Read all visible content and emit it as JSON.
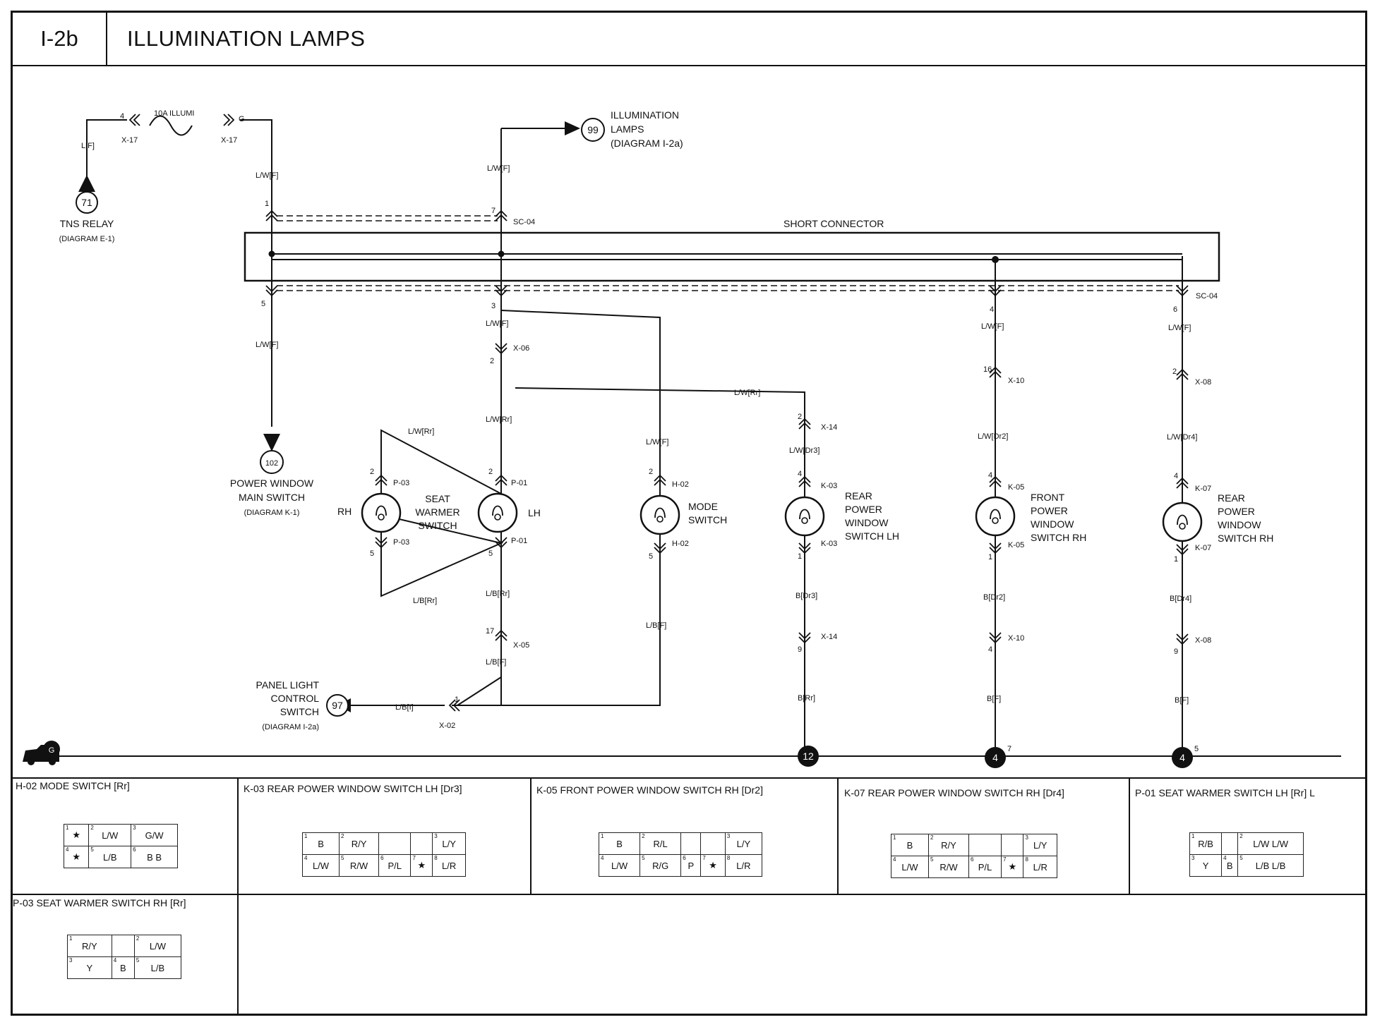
{
  "header": {
    "code": "I-2b",
    "title": "ILLUMINATION LAMPS"
  },
  "fuse": {
    "name": "10A ILLUMI",
    "conn_in": "X-17",
    "pin_in": "4",
    "conn_out": "X-17",
    "pin_out": "G"
  },
  "nodes": {
    "tns": {
      "num": "71",
      "line1": "TNS RELAY",
      "line2": "(DIAGRAM E-1)"
    },
    "illum": {
      "num": "99",
      "line1": "ILLUMINATION",
      "line2": "LAMPS",
      "line3": "(DIAGRAM I-2a)"
    },
    "pwms": {
      "num": "102",
      "line1": "POWER WINDOW",
      "line2": "MAIN SWITCH",
      "line3": "(DIAGRAM K-1)"
    },
    "panel": {
      "num": "97",
      "line1": "PANEL LIGHT",
      "line2": "CONTROL",
      "line3": "SWITCH",
      "line4": "(DIAGRAM I-2a)"
    }
  },
  "short_connector": {
    "label": "SHORT CONNECTOR",
    "id": "SC-04"
  },
  "wires": {
    "lf": "L[F]",
    "lwf": "L/W[F]",
    "lwrr": "L/W[Rr]",
    "lbrr": "L/B[Rr]",
    "lbf": "L/B[F]",
    "lbi": "L/B[I]",
    "lwdr3": "L/W[Dr3]",
    "lwdr2": "L/W[Dr2]",
    "lwdr4": "L/W[Dr4]",
    "bdr3": "B[Dr3]",
    "bdr2": "B[Dr2]",
    "bdr4": "B[Dr4]",
    "brr": "B[Rr]",
    "bf": "B[F]"
  },
  "connectors": {
    "x06": "X-06",
    "x05": "X-05",
    "x02": "X-02",
    "x14": "X-14",
    "x10": "X-10",
    "x08": "X-08",
    "p01": "P-01",
    "p03": "P-03",
    "h02": "H-02",
    "k03": "K-03",
    "k05": "K-05",
    "k07": "K-07"
  },
  "pins": {
    "p1": "1",
    "p2": "2",
    "p3": "3",
    "p4": "4",
    "p5": "5",
    "p6": "6",
    "p7": "7",
    "p9": "9",
    "p16": "16",
    "p17": "17"
  },
  "switches": {
    "rh": "RH",
    "lh": "LH",
    "seat_warmer": [
      "SEAT",
      "WARMER",
      "SWITCH"
    ],
    "mode": [
      "MODE",
      "SWITCH"
    ],
    "rear_lh": [
      "REAR",
      "POWER",
      "WINDOW",
      "SWITCH LH"
    ],
    "front_rh": [
      "FRONT",
      "POWER",
      "WINDOW",
      "SWITCH RH"
    ],
    "rear_rh": [
      "REAR",
      "POWER",
      "WINDOW",
      "SWITCH RH"
    ]
  },
  "grounds": {
    "g": "G",
    "g12": "12",
    "g4a": "4",
    "g4a_pin": "7",
    "g4b": "4",
    "g4b_pin": "5"
  },
  "connector_views": [
    {
      "title": "H-02 MODE SWITCH [Rr]",
      "rows": [
        [
          "1|★",
          "2|L/W",
          "3|G/W"
        ],
        [
          "4|★",
          "5|L/B",
          "6|B B"
        ]
      ]
    },
    {
      "title": "K-03 REAR POWER WINDOW SWITCH LH [Dr3]",
      "rows": [
        [
          "1|B",
          "2|R/Y",
          "",
          "",
          "3|L/Y"
        ],
        [
          "4|L/W",
          "5|R/W",
          "6|P/L",
          "7|★",
          "8|L/R"
        ]
      ]
    },
    {
      "title": "K-05 FRONT POWER WINDOW SWITCH RH [Dr2]",
      "rows": [
        [
          "1|B",
          "2|R/L",
          "",
          "",
          "3|L/Y"
        ],
        [
          "4|L/W",
          "5|R/G",
          "6|P",
          "7|★",
          "8|L/R"
        ]
      ]
    },
    {
      "title": "K-07 REAR POWER WINDOW SWITCH RH [Dr4]",
      "rows": [
        [
          "1|B",
          "2|R/Y",
          "",
          "",
          "3|L/Y"
        ],
        [
          "4|L/W",
          "5|R/W",
          "6|P/L",
          "7|★",
          "8|L/R"
        ]
      ]
    },
    {
      "title": "P-01 SEAT WARMER SWITCH LH [Rr] L",
      "rows": [
        [
          "1|R/B",
          "",
          "2|L/W L/W"
        ],
        [
          "3|Y",
          "4|B",
          "5|L/B L/B"
        ]
      ]
    },
    {
      "title": "P-03 SEAT WARMER SWITCH RH [Rr]",
      "rows": [
        [
          "1|R/Y",
          "",
          "2|L/W"
        ],
        [
          "3|Y",
          "4|B",
          "5|L/B"
        ]
      ]
    }
  ]
}
